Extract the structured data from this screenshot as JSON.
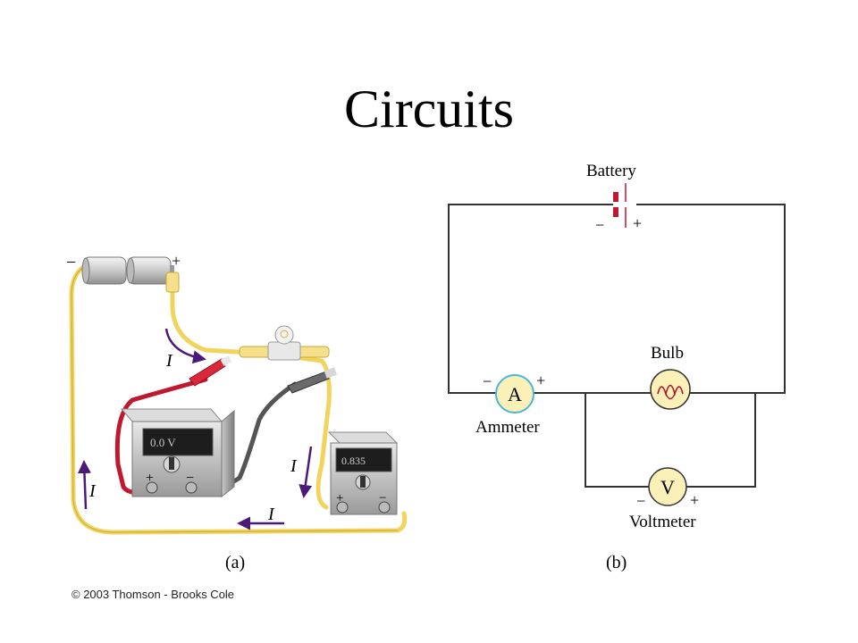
{
  "slide": {
    "title": "Circuits",
    "credit": "© 2003 Thomson - Brooks Cole"
  },
  "figure_a": {
    "caption": "(a)",
    "battery_minus": "−",
    "battery_plus": "+",
    "current_symbol": "I",
    "meter_left_display": "0.0 V",
    "meter_right_display": "0.835",
    "meter_plus": "+",
    "meter_minus": "−"
  },
  "figure_b": {
    "caption": "(b)",
    "battery_label": "Battery",
    "battery_minus": "−",
    "battery_plus": "+",
    "bulb_label": "Bulb",
    "ammeter_symbol": "A",
    "ammeter_label": "Ammeter",
    "ammeter_minus": "−",
    "ammeter_plus": "+",
    "voltmeter_symbol": "V",
    "voltmeter_label": "Voltmeter",
    "voltmeter_minus": "−",
    "voltmeter_plus": "+"
  },
  "colors": {
    "wire_yellow": "#f2d45c",
    "wire_red": "#c0182e",
    "wire_gray": "#555555",
    "arrow_purple": "#4b1a78",
    "meter_circle_fill": "#fbf0b8",
    "ammeter_ring": "#4ab6d8",
    "bulb_filament": "#b0142a",
    "battery_plate": "#c0182e"
  }
}
